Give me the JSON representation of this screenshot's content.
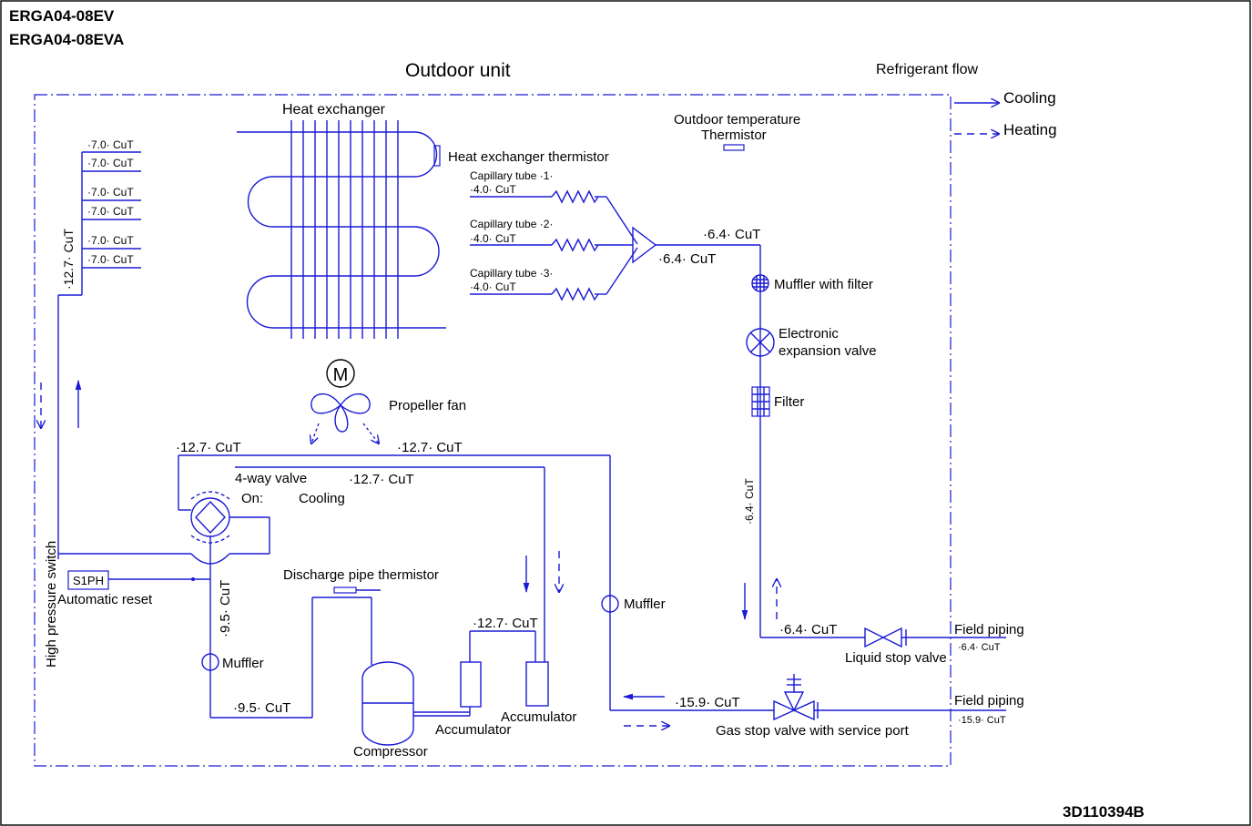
{
  "header": {
    "model_1": "ERGA04-08EV",
    "model_2": "ERGA04-08EVA",
    "drawing_no": "3D110394B"
  },
  "title": "Outdoor unit",
  "legend": {
    "title": "Refrigerant flow",
    "cooling": "Cooling",
    "heating": "Heating"
  },
  "components": {
    "heat_exchanger": "Heat exchanger",
    "hx_thermistor": "Heat exchanger thermistor",
    "outdoor_temp_1": "Outdoor temperature",
    "outdoor_temp_2": "Thermistor",
    "capillary_1": "Capillary tube ·1·",
    "capillary_2": "Capillary tube ·2·",
    "capillary_3": "Capillary tube ·3·",
    "muffler_filter": "Muffler with filter",
    "exp_valve_1": "Electronic",
    "exp_valve_2": "expansion valve",
    "filter": "Filter",
    "motor": "M",
    "propeller_fan": "Propeller fan",
    "four_way_valve": "4-way valve",
    "on": "On:",
    "on_cooling": "Cooling",
    "s1ph": "S1PH",
    "automatic_reset": "Automatic reset",
    "high_pressure_switch": "High pressure switch",
    "discharge_thermistor": "Discharge pipe thermistor",
    "muffler_left": "Muffler",
    "muffler_right": "Muffler",
    "compressor": "Compressor",
    "accumulator_1": "Accumulator",
    "accumulator_2": "Accumulator",
    "liquid_stop_valve": "Liquid stop valve",
    "gas_stop_valve": "Gas stop valve with service port",
    "field_piping_1": "Field piping",
    "field_piping_2": "Field piping"
  },
  "pipes": {
    "hx_branch": "·7.0· CuT",
    "main_left": "·12.7· CuT",
    "cap_size": "·4.0· CuT",
    "dist_top": "·6.4· CuT",
    "dist_bottom": "·6.4· CuT",
    "top_left": "·12.7· CuT",
    "top_right": "·12.7· CuT",
    "mid": "·12.7· CuT",
    "left_vertical": "·9.5· CuT",
    "bottom_left": "·9.5· CuT",
    "accum": "·12.7· CuT",
    "right_vertical": "·6.4· CuT",
    "liquid": "·6.4· CuT",
    "liquid_field": "·6.4· CuT",
    "gas": "·15.9· CuT",
    "gas_field": "·15.9· CuT"
  }
}
